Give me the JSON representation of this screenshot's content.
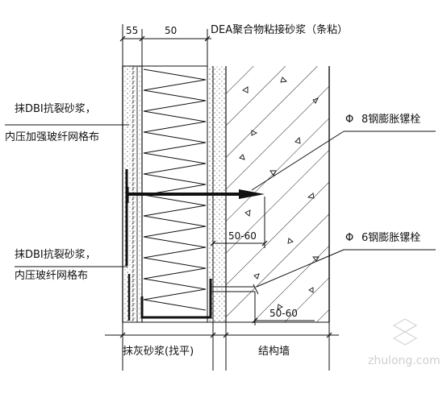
{
  "labels": {
    "top_interface_mortar": "DEA聚合物粘接砂浆（条粘）",
    "left_upper_line1": "抹DBI抗裂砂浆，",
    "left_upper_line2": "内压加强玻纤网格布",
    "left_lower_line1": "抹DBI抗裂砂浆，",
    "left_lower_line2": "内压玻纤网格布",
    "right_anchor_8": "8钢膨胀镙栓",
    "right_anchor_6": "6钢膨胀镙栓",
    "bottom_plaster": "抹灰砂浆(找平)",
    "bottom_structural_wall": "结构墙"
  },
  "dimensions": {
    "top_55": "55",
    "top_50": "50",
    "mid_50_60": "50-60",
    "low_50_60": "50-60"
  },
  "symbols": {
    "diameter": "Φ"
  },
  "watermark": {
    "text": "zhulong.com"
  }
}
